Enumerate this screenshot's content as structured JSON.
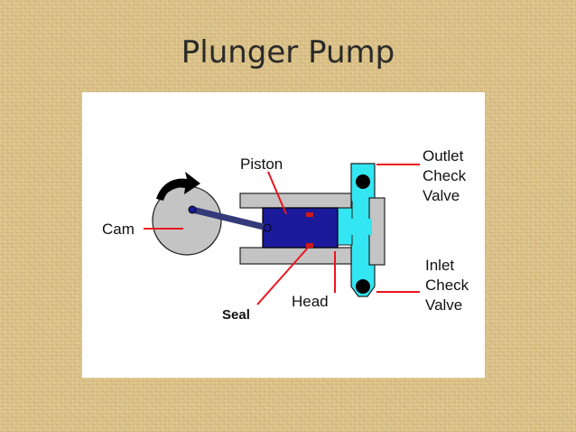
{
  "slide": {
    "title": "Plunger Pump"
  },
  "diagram": {
    "labels": {
      "piston": "Piston",
      "cam": "Cam",
      "seal": "Seal",
      "head": "Head",
      "outlet_1": "Outlet",
      "outlet_2": "Check",
      "outlet_3": "Valve",
      "inlet_1": "Inlet",
      "inlet_2": "Check",
      "inlet_3": "Valve"
    },
    "colors": {
      "piston": "#1a1a9a",
      "fluid": "#33e6f2",
      "body": "#c4c4c4",
      "leader": "#e8141e",
      "connector": "#333a7a"
    }
  }
}
